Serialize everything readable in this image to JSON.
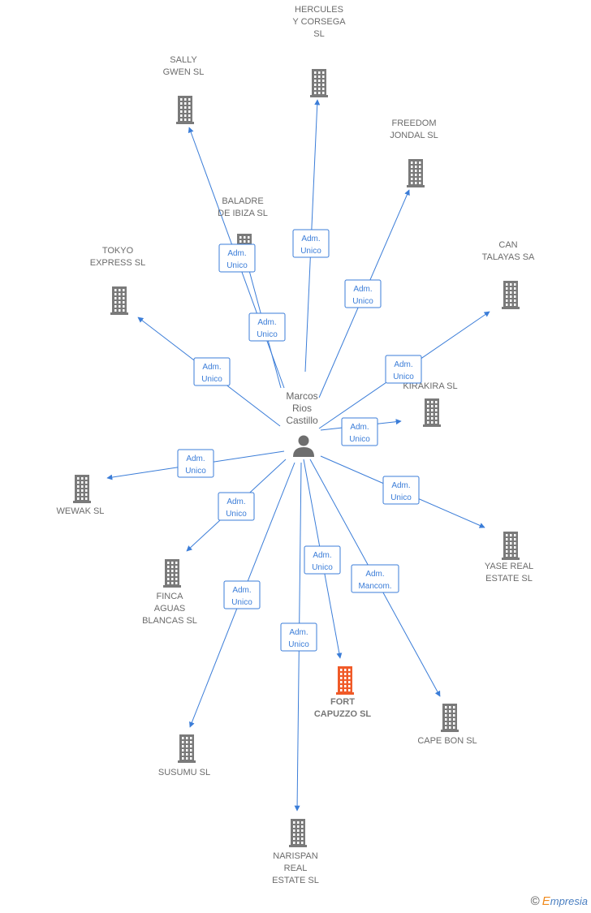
{
  "person": {
    "name_lines": [
      "Marcos",
      "Rios",
      "Castillo"
    ],
    "icon": "person-icon"
  },
  "colors": {
    "edge": "#3b7dd8",
    "building": "#7a7a7a",
    "highlight": "#f05a28",
    "label_border": "#3b7dd8"
  },
  "companies": [
    {
      "id": "hercules",
      "lines": [
        "HERCULES",
        "Y CORSEGA",
        "SL"
      ],
      "relation": [
        "Adm.",
        "Unico"
      ]
    },
    {
      "id": "sally",
      "lines": [
        "SALLY",
        "GWEN  SL"
      ],
      "relation": [
        "Adm.",
        "Unico"
      ]
    },
    {
      "id": "freedom",
      "lines": [
        "FREEDOM",
        "JONDAL  SL"
      ],
      "relation": [
        "Adm.",
        "Unico"
      ]
    },
    {
      "id": "baladre",
      "lines": [
        "BALADRE",
        "DE IBIZA SL"
      ],
      "relation": [
        "Adm.",
        "Unico"
      ]
    },
    {
      "id": "tokyo",
      "lines": [
        "TOKYO",
        "EXPRESS  SL"
      ],
      "relation": [
        "Adm.",
        "Unico"
      ]
    },
    {
      "id": "can",
      "lines": [
        "CAN",
        "TALAYAS SA"
      ],
      "relation": [
        "Adm.",
        "Unico"
      ]
    },
    {
      "id": "kirakira",
      "lines": [
        "KIRAKIRA  SL"
      ],
      "relation": [
        "Adm.",
        "Unico"
      ]
    },
    {
      "id": "wewak",
      "lines": [
        "WEWAK  SL"
      ],
      "relation": [
        "Adm.",
        "Unico"
      ]
    },
    {
      "id": "yase",
      "lines": [
        "YASE REAL",
        "ESTATE  SL"
      ],
      "relation": [
        "Adm.",
        "Unico"
      ]
    },
    {
      "id": "finca",
      "lines": [
        "FINCA",
        "AGUAS",
        "BLANCAS  SL"
      ],
      "relation": [
        "Adm.",
        "Unico"
      ]
    },
    {
      "id": "fort",
      "lines": [
        "FORT",
        "CAPUZZO  SL"
      ],
      "relation": [
        "Adm.",
        "Unico"
      ],
      "highlight": true
    },
    {
      "id": "capebon",
      "lines": [
        "CAPE BON  SL"
      ],
      "relation": [
        "Adm.",
        "Mancom."
      ]
    },
    {
      "id": "susumu",
      "lines": [
        "SUSUMU  SL"
      ],
      "relation": [
        "Adm.",
        "Unico"
      ]
    },
    {
      "id": "narispan",
      "lines": [
        "NARISPAN",
        "REAL",
        "ESTATE  SL"
      ],
      "relation": [
        "Adm.",
        "Unico"
      ]
    }
  ],
  "watermark": {
    "copyright": "©",
    "brand_first": "E",
    "brand_rest": "mpresia"
  }
}
